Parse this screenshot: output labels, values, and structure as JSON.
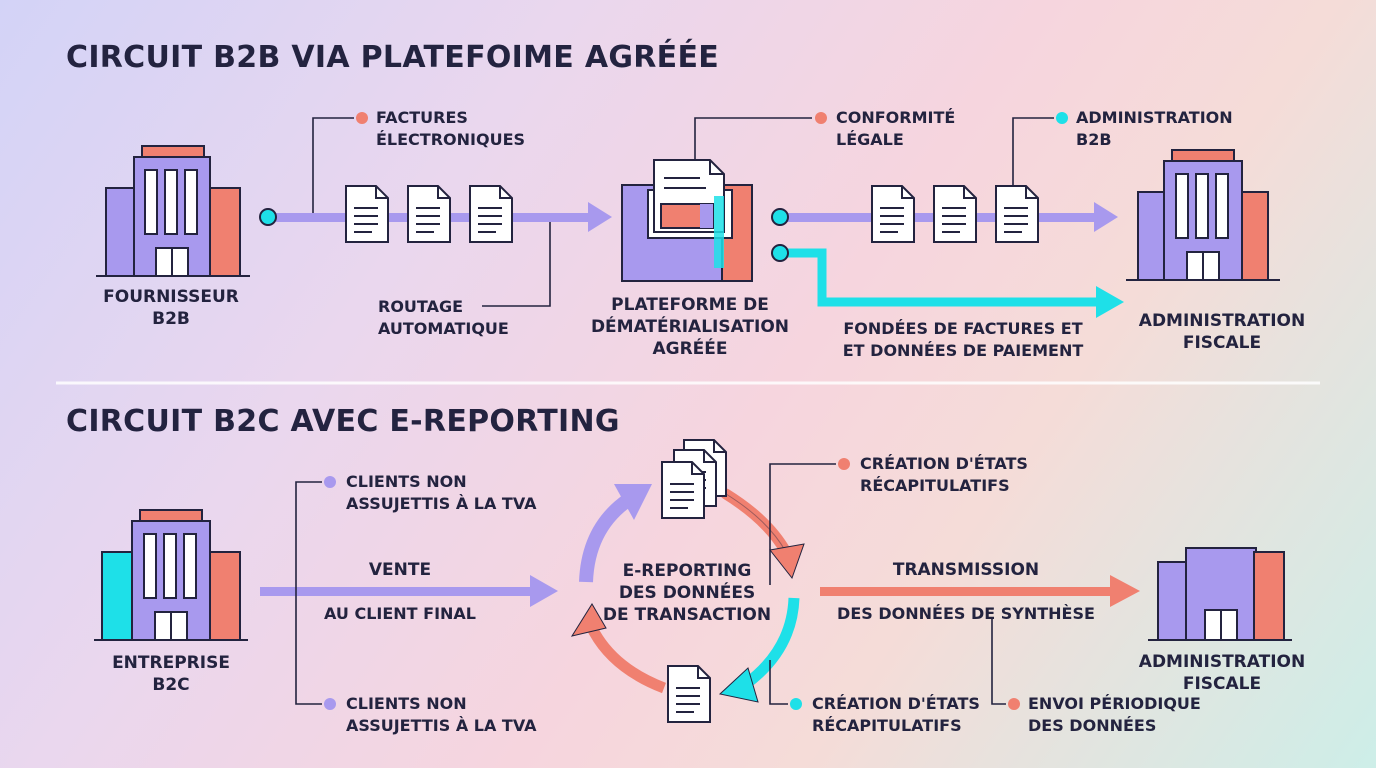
{
  "colors": {
    "purple": "#a899ee",
    "coral": "#f08070",
    "cyan": "#1ee0e8",
    "dark": "#23233f"
  },
  "sections": {
    "b2b": {
      "title": "CIRCUIT B2B VIA PLATEFOIME AGRÉÉE",
      "supplier": "FOURNISSEUR\nB2B",
      "callout_invoices": "FACTURES\nÉLECTRONIQUES",
      "callout_routing": "ROUTAGE\nAUTOMATIQUE",
      "platform": "PLATEFORME DE\nDÉMATÉRIALISATION\nAGRÉÉE",
      "callout_compliance": "CONFORMITÉ\nLÉGALE",
      "callout_admin_b2b": "ADMINISTRATION\nB2B",
      "callout_data": "FONDÉES DE FACTURES ET\nET DONNÉES DE PAIEMENT",
      "admin": "ADMINISTRATION\nFISCALE"
    },
    "b2c": {
      "title": "CIRCUIT B2C AVEC E-REPORTING",
      "company": "ENTREPRISE\nB2C",
      "clients_top": "CLIENTS NON\nASSUJETTIS À LA TVA",
      "clients_bottom": "CLIENTS NON\nASSUJETTIS À LA TVA",
      "sale": "VENTE",
      "sale_sub": "AU CLIENT FINAL",
      "ereporting": "E-REPORTING\nDES DONNÉES\nDE TRANSACTION",
      "summary_top": "CRÉATION D'ÉTATS\nRÉCAPITULATIFS",
      "summary_bottom": "CRÉATION D'ÉTATS\nRÉCAPITULATIFS",
      "transmission": "TRANSMISSION",
      "transmission_sub": "DES DONNÉES DE SYNTHÈSE",
      "periodic": "ENVOI PÉRIODIQUE\nDES DONNÉES",
      "admin": "ADMINISTRATION\nFISCALE"
    }
  }
}
